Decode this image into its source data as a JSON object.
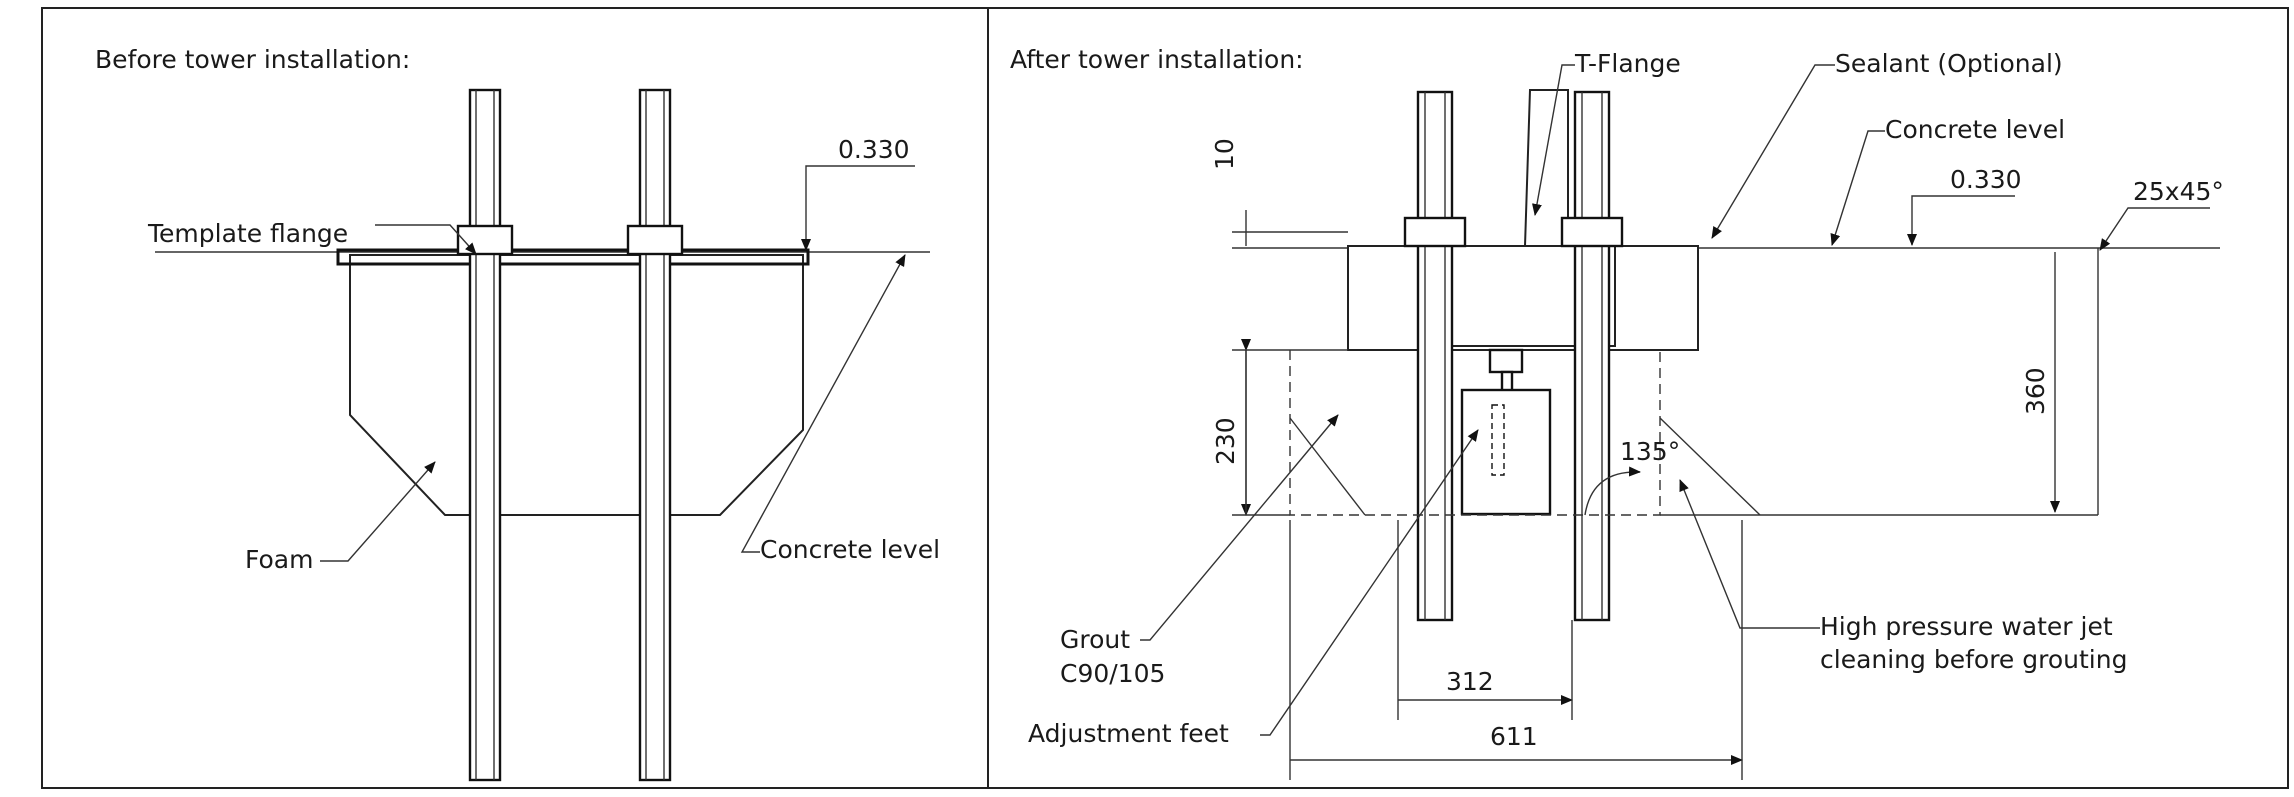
{
  "left_panel": {
    "title": "Before tower installation:",
    "labels": {
      "template_flange": "Template flange",
      "dim_330": "0.330",
      "foam": "Foam",
      "concrete_level": "Concrete level"
    }
  },
  "right_panel": {
    "title": "After tower installation:",
    "labels": {
      "t_flange": "T-Flange",
      "sealant": "Sealant (Optional)",
      "concrete_level": "Concrete level",
      "dim_330": "0.330",
      "chamfer": "25x45°",
      "dim_10": "10",
      "dim_230": "230",
      "dim_360": "360",
      "angle_135": "135°",
      "grout_1": "Grout",
      "grout_2": "C90/105",
      "adjustment_feet": "Adjustment feet",
      "dim_312": "312",
      "dim_611": "611",
      "water_jet_1": "High pressure water jet",
      "water_jet_2": "cleaning before grouting"
    }
  }
}
